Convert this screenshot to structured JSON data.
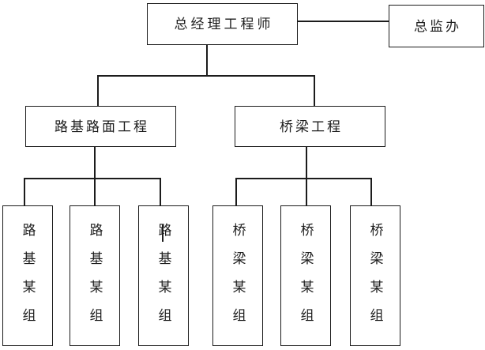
{
  "diagram": {
    "type": "org-chart",
    "root": {
      "label": "总经理工程师"
    },
    "side": {
      "label": "总监办"
    },
    "branches": [
      {
        "label": "路基路面工程",
        "children": [
          {
            "label": "路基某组"
          },
          {
            "label": "路基某组"
          },
          {
            "label": "路基某组"
          }
        ]
      },
      {
        "label": "桥梁工程",
        "children": [
          {
            "label": "桥梁某组"
          },
          {
            "label": "桥梁某组"
          },
          {
            "label": "桥梁某组"
          }
        ]
      }
    ]
  },
  "colors": {
    "line": "#1c1c1c",
    "text": "#1c1c1c",
    "background": "#ffffff"
  }
}
